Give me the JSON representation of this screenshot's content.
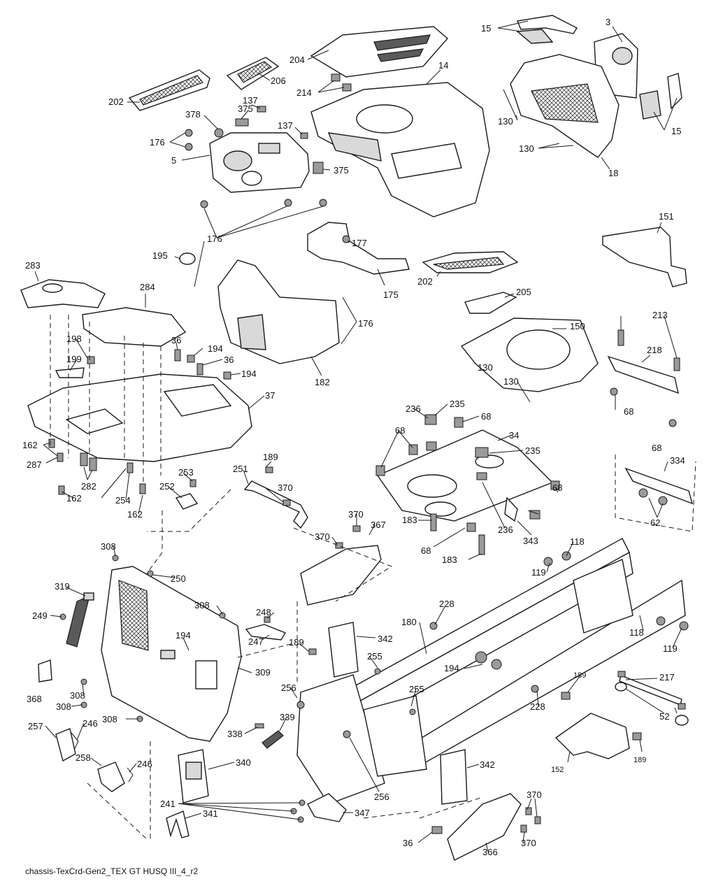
{
  "caption": "chassis-TexCrd-Gen2_TEX GT HUSQ III_4_r2",
  "callouts": {
    "c15a": "15",
    "c3": "3",
    "c204": "204",
    "c14": "14",
    "c206": "206",
    "c202a": "202",
    "c214": "214",
    "c137a": "137",
    "c375a": "375",
    "c378": "378",
    "c130a": "130",
    "c15b": "15",
    "c176a": "176",
    "c137b": "137",
    "c130b": "130",
    "c375b": "375",
    "c5": "5",
    "c18": "18",
    "c176b": "176",
    "c151": "151",
    "c177": "177",
    "c195": "195",
    "c202b": "202",
    "c175": "175",
    "c283": "283",
    "c284": "284",
    "c205": "205",
    "c176c": "176",
    "c150": "150",
    "c36a": "36",
    "c194a": "194",
    "c198": "198",
    "c213": "213",
    "c36b": "36",
    "c218": "218",
    "c199": "199",
    "c130c": "130",
    "c194b": "194",
    "c182": "182",
    "c130d": "130",
    "c37": "37",
    "c236a": "236",
    "c235a": "235",
    "c68a": "68",
    "c68b": "68",
    "c34": "34",
    "c68c": "68",
    "c162a": "162",
    "c235b": "235",
    "c68d": "68",
    "c287": "287",
    "c189a": "189",
    "c334": "334",
    "c253": "253",
    "c251": "251",
    "c282": "282",
    "c252": "252",
    "c370a": "370",
    "c68e": "68",
    "c62": "62",
    "c162b": "162",
    "c254": "254",
    "c162c": "162",
    "c370b": "370",
    "c236b": "236",
    "c183a": "183",
    "c367": "367",
    "c343": "343",
    "c370c": "370",
    "c118a": "118",
    "c68f": "68",
    "c183b": "183",
    "c119a": "119",
    "c308a": "308",
    "c250": "250",
    "c319": "319",
    "c228a": "228",
    "c308b": "308",
    "c248": "248",
    "c249": "249",
    "c180": "180",
    "c118b": "118",
    "c247": "247",
    "c342a": "342",
    "c194c": "194",
    "c189b": "189",
    "c119b": "119",
    "c255a": "255",
    "c194d": "194",
    "c309": "309",
    "c217": "217",
    "c189c": "189",
    "c368": "368",
    "c256a": "256",
    "c228b": "228",
    "c308c": "308",
    "c255b": "255",
    "c52": "52",
    "c308d": "308",
    "c308e": "308",
    "c246a": "246",
    "c257": "257",
    "c339": "339",
    "c338": "338",
    "c189d": "189",
    "c258": "258",
    "c246b": "246",
    "c152": "152",
    "c340": "340",
    "c342b": "342",
    "c256b": "256",
    "c370d": "370",
    "c241": "241",
    "c347": "347",
    "c341": "341",
    "c36c": "36",
    "c370e": "370",
    "c366": "366"
  }
}
